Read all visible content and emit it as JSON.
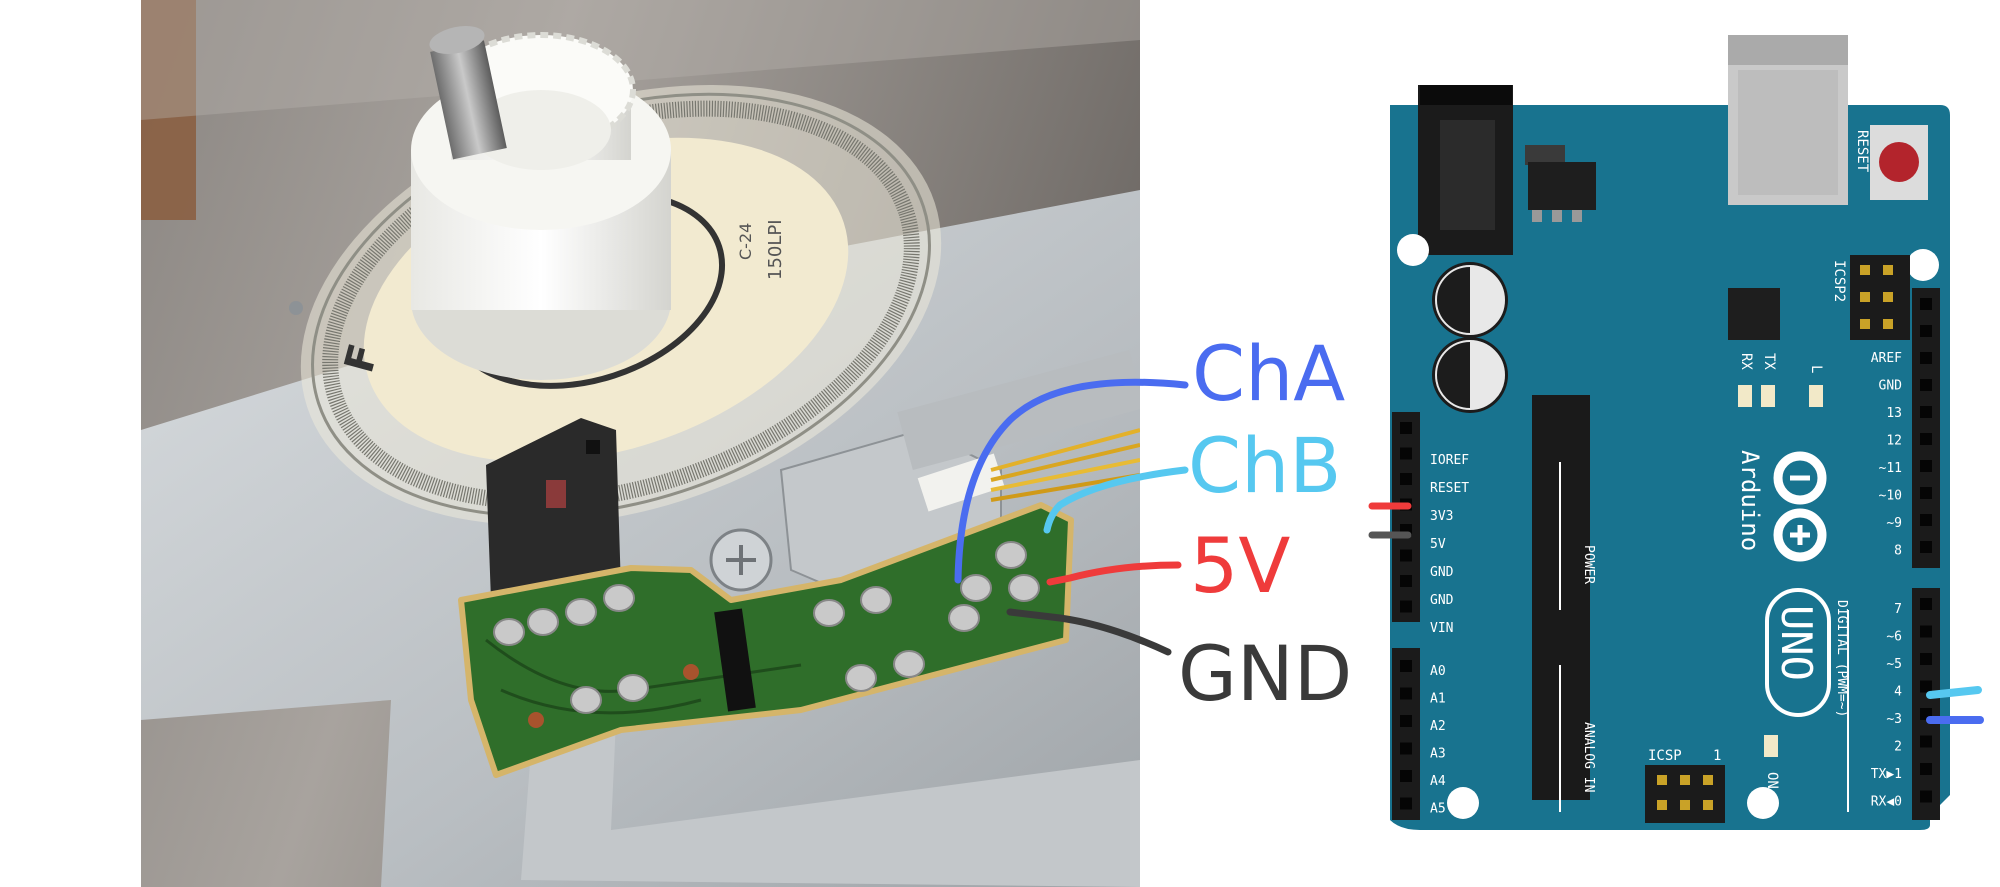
{
  "colors": {
    "cha": "#4a6cf0",
    "chb": "#56c8f0",
    "v5": "#ef3b3b",
    "gnd": "#3a3a3a",
    "board": "#18738f",
    "reset": "#b3242c"
  },
  "photo": {
    "disk_text_1": "C-24",
    "disk_text_2": "150LPI"
  },
  "annotations": {
    "cha": "ChA",
    "chb": "ChB",
    "v5": "5V",
    "gnd": "GND"
  },
  "arduino": {
    "reset_label": "RESET",
    "icsp2_label": "ICSP2",
    "icsp_label": "ICSP",
    "icsp_pin1": "1",
    "rx_label": "RX",
    "tx_label": "TX",
    "l_label": "L",
    "on_label": "ON",
    "brand": "Arduino",
    "model": "UNO",
    "power_label": "POWER",
    "analog_label": "ANALOG IN",
    "digital_label": "DIGITAL (PWM=~)",
    "power_pins": [
      "IOREF",
      "RESET",
      "3V3",
      "5V",
      "GND",
      "GND",
      "VIN"
    ],
    "analog_pins": [
      "A0",
      "A1",
      "A2",
      "A3",
      "A4",
      "A5"
    ],
    "digital_top": [
      "AREF",
      "GND",
      "13",
      "12",
      "~11",
      "~10",
      "~9",
      "8"
    ],
    "digital_bottom": [
      "7",
      "~6",
      "~5",
      "4",
      "~3",
      "2",
      "TX▶1",
      "RX◀0"
    ]
  }
}
